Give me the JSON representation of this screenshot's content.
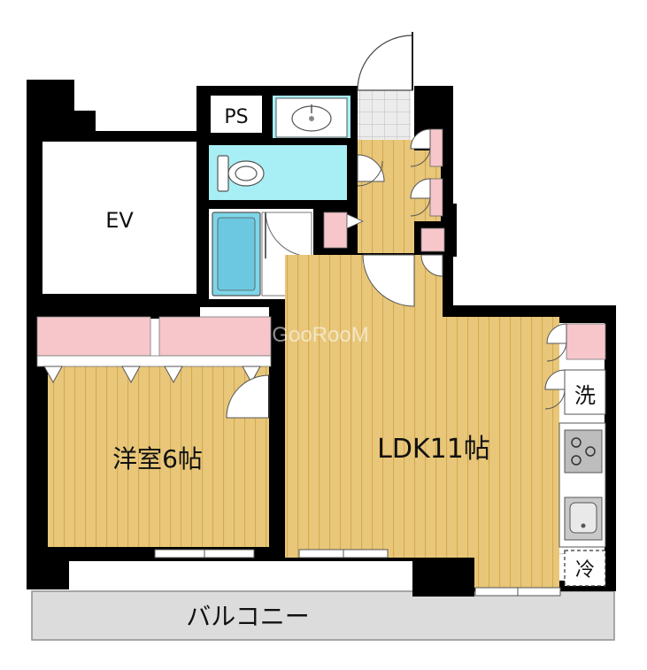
{
  "rooms": {
    "ev": "EV",
    "ps": "PS",
    "western_room": "洋室6帖",
    "ldk": "LDK11帖",
    "balcony": "バルコニー",
    "laundry": "洗",
    "fridge": "冷"
  },
  "watermark": "GooRooM",
  "colors": {
    "wall": "#000000",
    "wood_floor": "#e8c77a",
    "wood_stripe": "#d9ae56",
    "wet_area": "#a8eef5",
    "closet": "#f7c6cb",
    "balcony": "#dcdcdc",
    "tile": "#e6e6e6"
  }
}
